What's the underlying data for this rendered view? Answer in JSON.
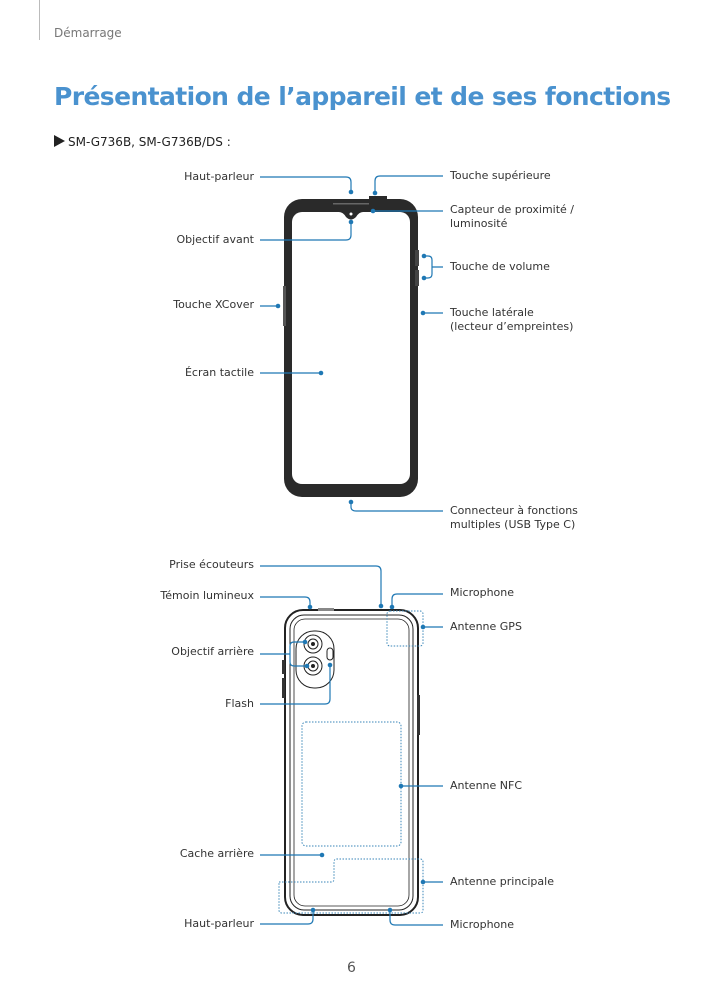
{
  "header": {
    "section": "Démarrage"
  },
  "title": "Présentation de l’appareil et de ses fonctions",
  "model": "SM-G736B, SM-G736B/DS :",
  "front_labels": {
    "speaker": "Haut-parleur",
    "front_camera": "Objectif avant",
    "xcover_key": "Touche XCover",
    "touchscreen": "Écran tactile",
    "top_key": "Touche supérieure",
    "proximity_sensor": "Capteur de proximité / luminosité",
    "volume_key": "Touche de volume",
    "side_key": "Touche latérale (lecteur d’empreintes)",
    "usb_connector": "Connecteur à fonctions multiples (USB Type C)"
  },
  "back_labels": {
    "earphone_jack": "Prise écouteurs",
    "indicator_light": "Témoin lumineux",
    "rear_camera": "Objectif arrière",
    "flash": "Flash",
    "back_cover": "Cache arrière",
    "speaker": "Haut-parleur",
    "microphone_top": "Microphone",
    "gps_antenna": "Antenne GPS",
    "nfc_antenna": "Antenne NFC",
    "main_antenna": "Antenne principale",
    "microphone_bottom": "Microphone"
  },
  "page_number": "6",
  "colors": {
    "title": "#4a92cf",
    "callout": "#1f78b4"
  }
}
